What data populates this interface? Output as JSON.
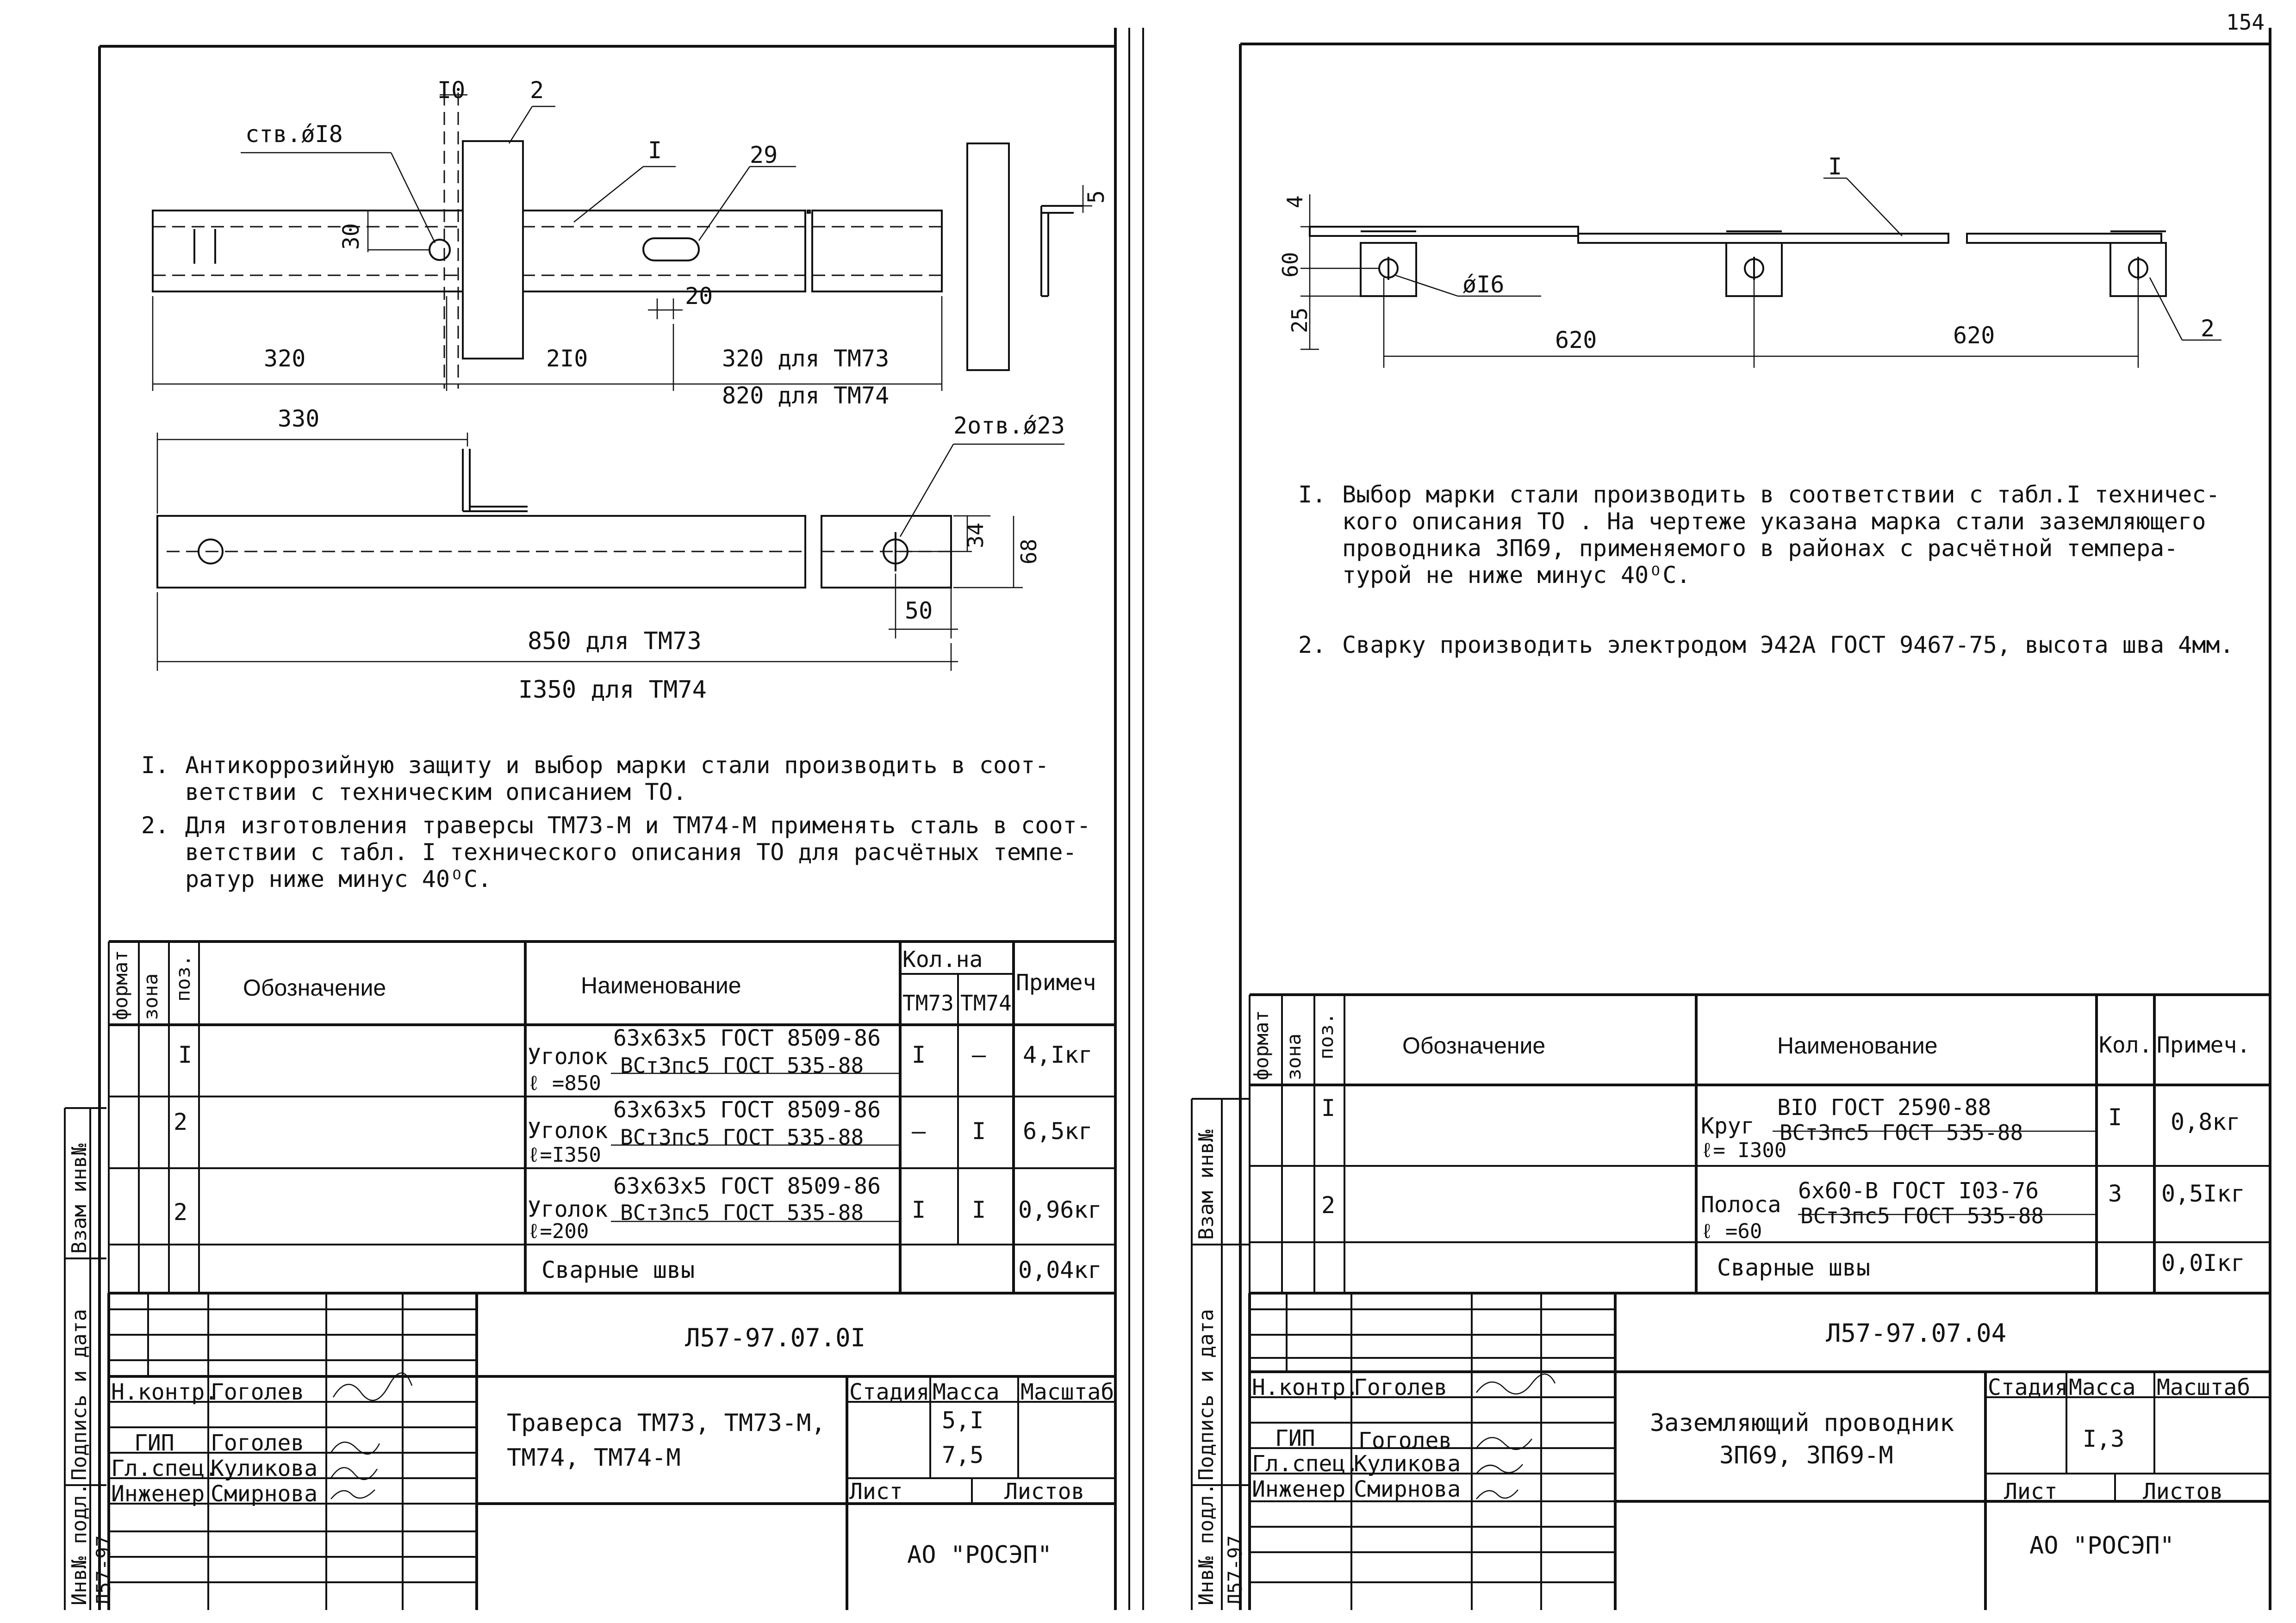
{
  "page_number": "154",
  "left": {
    "dims": {
      "d10": "I0",
      "d2": "2",
      "hole18": "ств.ǿI8",
      "ref1": "I",
      "slot29": "29",
      "d30": "30",
      "d20": "20",
      "d5": "5",
      "d320": "320",
      "d210": "2I0",
      "d320tm73": "320 для ТМ73",
      "d820tm74": "820 для ТМ74",
      "d330": "330",
      "holes23": "2отв.ǿ23",
      "d34": "34",
      "d68": "68",
      "d50": "50",
      "d850": "850 для ТМ73",
      "d1350": "I350 для ТМ74"
    },
    "notes": [
      {
        "num": "I.",
        "lines": [
          "Антикоррозийную защиту и выбор марки стали производить в соот-",
          "ветствии с техническим описанием ТО."
        ]
      },
      {
        "num": "2.",
        "lines": [
          "Для изготовления траверсы ТМ73-М и ТМ74-М применять сталь в соот-",
          "ветствии с табл. I технического описания ТО для расчётных темпе-",
          "ратур ниже минус 40ᴼС."
        ]
      }
    ],
    "spec": {
      "headers": {
        "format": "формат",
        "zone": "зона",
        "pos": "поз.",
        "designation": "Обозначение",
        "name": "Наименование",
        "qty": "Кол.на",
        "tm73": "ТМ73",
        "tm74": "ТМ74",
        "note": "Примеч"
      },
      "rows": [
        {
          "pos": "I",
          "word": "Уголок",
          "num": "63х63х5 ГОСТ 8509-86",
          "den": "ВСт3пс5 ГОСТ 535-88",
          "len": "ℓ =850",
          "q73": "I",
          "q74": "–",
          "note": "4,Iкг"
        },
        {
          "pos": "2",
          "word": "Уголок",
          "num": "63х63х5 ГОСТ 8509-86",
          "den": "ВСт3пс5 ГОСТ 535-88",
          "len": "ℓ=I350",
          "q73": "–",
          "q74": "I",
          "note": "6,5кг"
        },
        {
          "pos": "2",
          "word": "Уголок",
          "num": "63х63х5 ГОСТ 8509-86",
          "den": "ВСт3пс5 ГОСТ 535-88",
          "len": "ℓ=200",
          "q73": "I",
          "q74": "I",
          "note": "0,96кг"
        },
        {
          "pos": "",
          "word": "Сварные швы",
          "num": "",
          "den": "",
          "len": "",
          "q73": "",
          "q74": "",
          "note": "0,04кг"
        }
      ]
    },
    "title": {
      "doc_code": "Л57-97.07.0I",
      "name_line1": "Траверса ТМ73, ТМ73-М,",
      "name_line2": "ТМ74, ТМ74-М",
      "stage": "Стадия",
      "mass": "Масса",
      "scale": "Масштаб",
      "mass1": "5,I",
      "mass2": "7,5",
      "sheet": "Лист",
      "sheets": "Листов",
      "org": "АО \"РОСЭП\"",
      "people": [
        {
          "role": "Н.контр.",
          "name": "Гоголев"
        },
        {
          "role": "ГИП",
          "name": "Гоголев"
        },
        {
          "role": "Гл.спец.",
          "name": "Куликова"
        },
        {
          "role": "Инженер",
          "name": "Смирнова"
        }
      ]
    },
    "sidebar": {
      "inv": "Взам инв№",
      "sign": "Подпись и дата",
      "invp": "Инв№ подл.",
      "code": "Л57-97"
    }
  },
  "right": {
    "dims": {
      "ref1": "I",
      "ref2": "2",
      "d4": "4",
      "d60": "60",
      "d25": "25",
      "hole16": "ǿI6",
      "d620a": "620",
      "d620b": "620"
    },
    "notes": [
      {
        "num": "I.",
        "lines": [
          "Выбор марки стали производить в соответствии с табл.I техничес-",
          "кого описания ТО . На чертеже указана марка стали заземляющего",
          "проводника ЗП69, применяемого в районах с расчётной темпера-",
          "турой не ниже минус 40ᴼС."
        ]
      },
      {
        "num": "2.",
        "lines": [
          "Сварку производить электродом Э42А ГОСТ 9467-75, высота шва 4мм."
        ]
      }
    ],
    "spec": {
      "headers": {
        "format": "формат",
        "zone": "зона",
        "pos": "поз.",
        "designation": "Обозначение",
        "name": "Наименование",
        "qty": "Кол.",
        "note": "Примеч."
      },
      "rows": [
        {
          "pos": "I",
          "word": "Круг",
          "num": "BIO ГОСТ 2590-88",
          "den": "ВСт3пс5 ГОСТ 535-88",
          "len": "ℓ= I300",
          "qty": "I",
          "note": "0,8кг"
        },
        {
          "pos": "2",
          "word": "Полоса",
          "num": "6х60-В ГОСТ I03-76",
          "den": "ВСт3пс5 ГОСТ 535-88",
          "len": "ℓ =60",
          "qty": "3",
          "note": "0,5Iкг"
        },
        {
          "pos": "",
          "word": "Сварные швы",
          "num": "",
          "den": "",
          "len": "",
          "qty": "",
          "note": "0,0Iкг"
        }
      ]
    },
    "title": {
      "doc_code": "Л57-97.07.04",
      "name_line1": "Заземляющий проводник",
      "name_line2": "ЗП69, ЗП69-М",
      "stage": "Стадия",
      "mass": "Масса",
      "scale": "Масштаб",
      "mass1": "I,3",
      "sheet": "Лист",
      "sheets": "Листов",
      "org": "АО \"РОСЭП\"",
      "people": [
        {
          "role": "Н.контр.",
          "name": "Гоголев"
        },
        {
          "role": "ГИП",
          "name": "Гоголев"
        },
        {
          "role": "Гл.спец.",
          "name": "Куликова"
        },
        {
          "role": "Инженер",
          "name": "Смирнова"
        }
      ]
    },
    "sidebar": {
      "inv": "Взам инв№",
      "sign": "Подпись и дата",
      "invp": "Инв№ подл.",
      "code": "Л57-97"
    }
  }
}
